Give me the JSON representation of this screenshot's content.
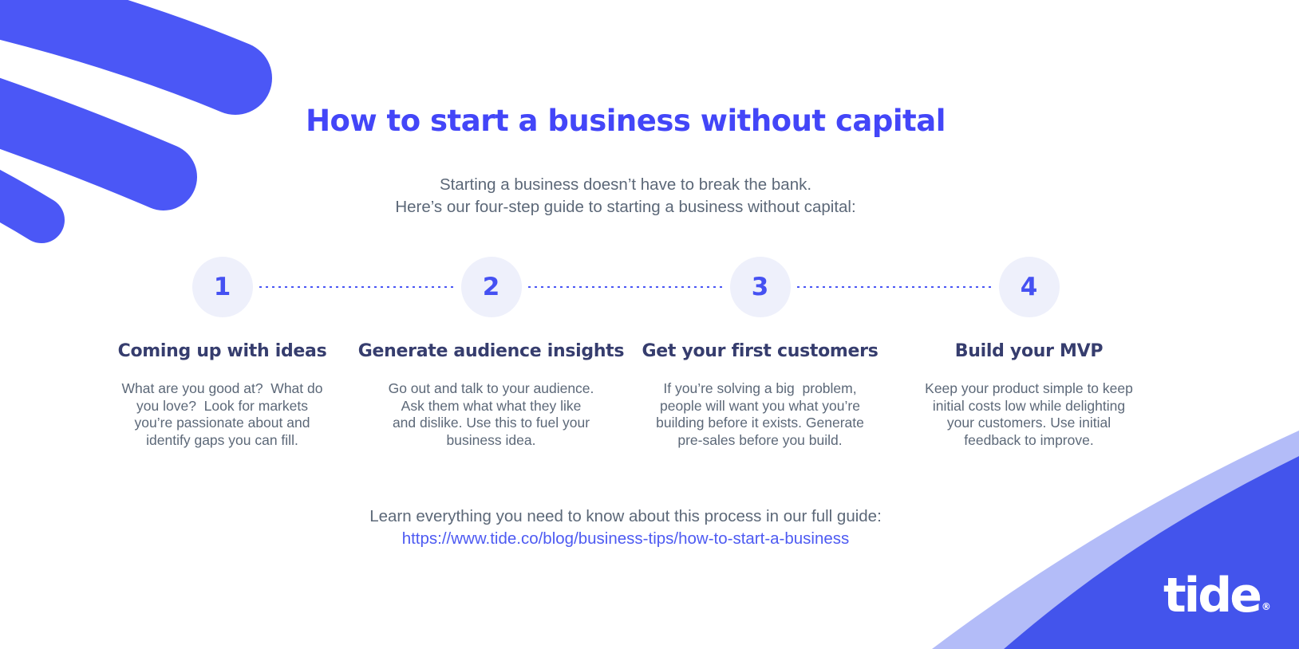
{
  "page": {
    "title": "How to start a business without capital"
  },
  "intro": {
    "text": "Starting a business doesn’t have to break the bank.\nHere’s our four-step guide to starting a business without capital:"
  },
  "steps": [
    {
      "number": "1",
      "title": "Coming up with ideas",
      "description": "What are you good at?  What do\nyou love?  Look for markets\nyou’re passionate about and\nidentify gaps you can fill."
    },
    {
      "number": "2",
      "title": "Generate audience insights",
      "description": "Go out and talk to your audience.\nAsk them what what they like\nand dislike. Use this to fuel your\nbusiness idea."
    },
    {
      "number": "3",
      "title": "Get your first customers",
      "description": "If you’re solving a big  problem,\npeople will want you what you’re\nbuilding before it exists. Generate\npre-sales before you build."
    },
    {
      "number": "4",
      "title": "Build your MVP",
      "description": "Keep your product simple to keep\ninitial costs low while delighting\nyour customers. Use initial\nfeedback to improve."
    }
  ],
  "footer": {
    "text": "Learn everything you need to know about this process in our full guide:",
    "link": "https://www.tide.co/blog/business-tips/how-to-start-a-business"
  },
  "brand": {
    "logo": "tide",
    "registered": "®"
  },
  "colors": {
    "brand_blue": "#4B57F6",
    "title_blue": "#4346F8",
    "corner_blue": "#4354EC",
    "corner_light": "#B3BCF8",
    "circle_bg": "#EEF0FB",
    "heading_navy": "#363D6E",
    "body_gray": "#5C6878",
    "link_blue": "#4D5AF2"
  }
}
